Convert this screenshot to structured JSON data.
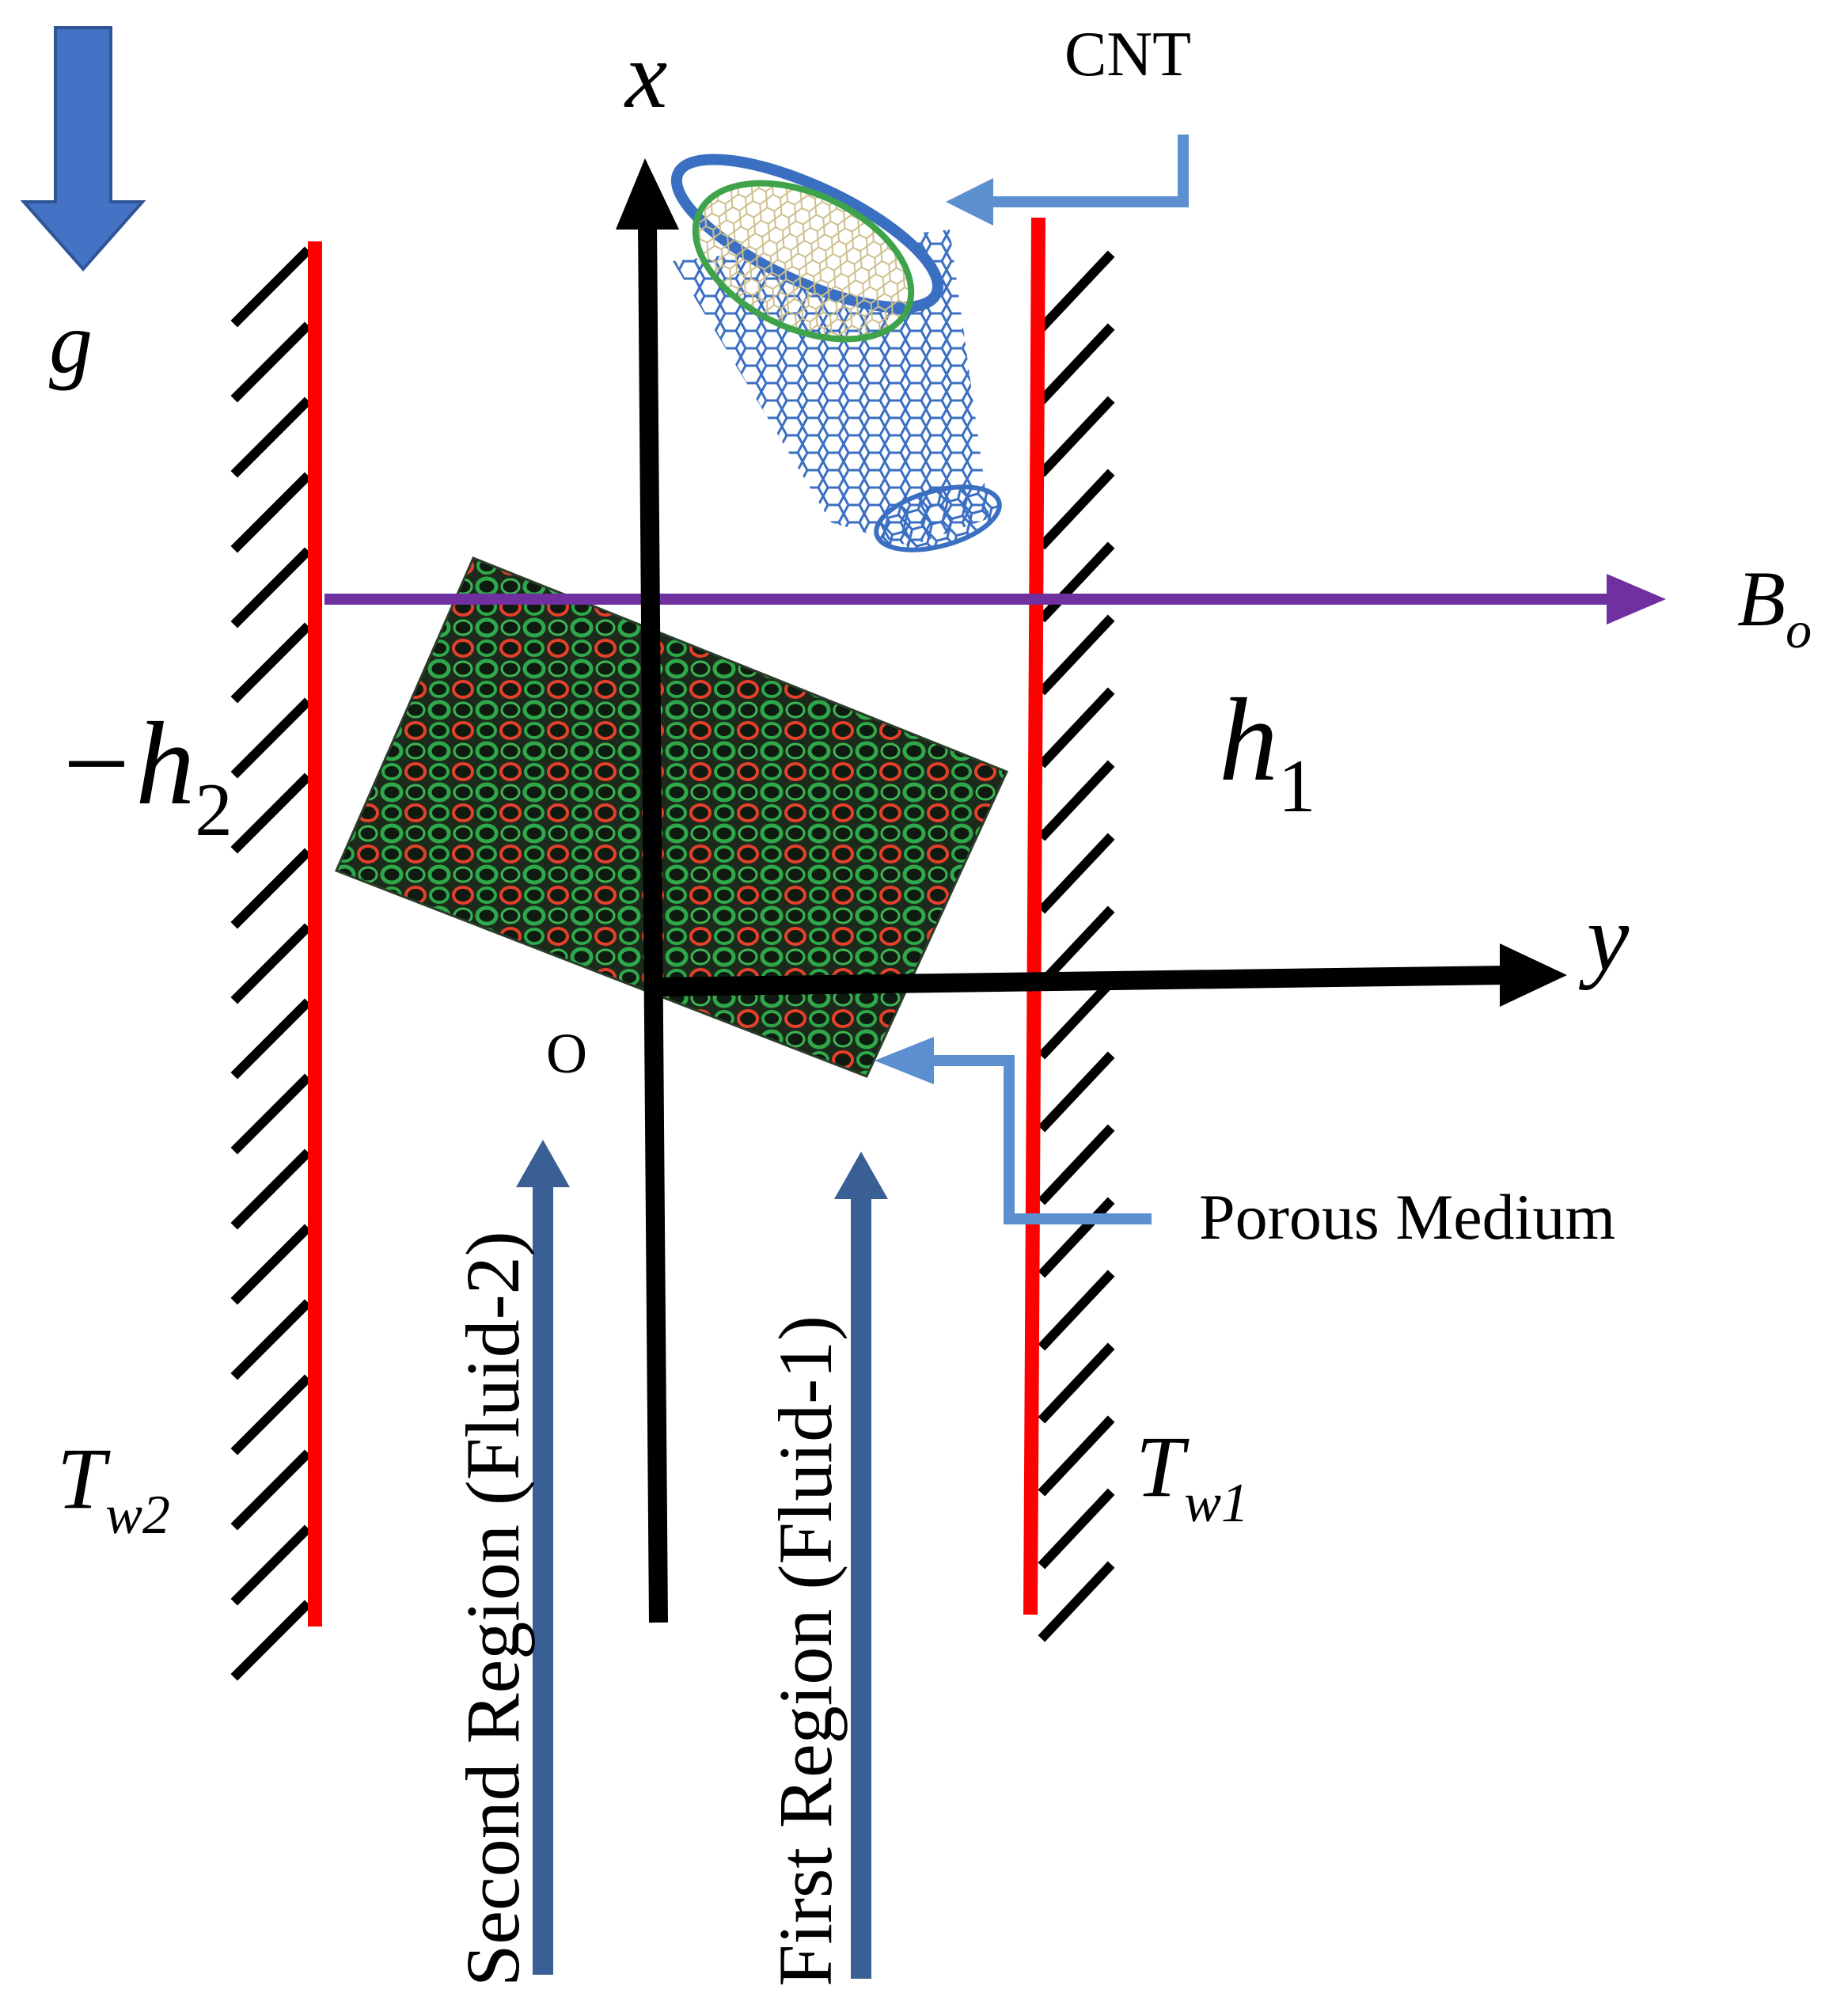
{
  "labels": {
    "gravity": "g",
    "x_axis": "x",
    "y_axis": "y",
    "origin": "O",
    "cnt": "CNT",
    "magnetic_field_base": "B",
    "magnetic_field_sub": "o",
    "h1_base": "h",
    "h1_sub": "1",
    "h2_prefix": "−h",
    "h2_sub": "2",
    "tw1_base": "T",
    "tw1_sub": "w1",
    "tw2_base": "T",
    "tw2_sub": "w2",
    "porous_medium": "Porous Medium",
    "second_region": "Second Region (Fluid-2)",
    "first_region": "First Region (Fluid-1)"
  },
  "colors": {
    "wall": "#ff0000",
    "hatch": "#000000",
    "axis": "#000000",
    "magnetic_field": "#7030a0",
    "flow_arrow": "#3a5f95",
    "gravity_arrow": "#4472c4",
    "callout": "#5b8fd0",
    "porous_bg": "#1c2a1c",
    "porous_green": "#2fa84a",
    "porous_red": "#e5402a"
  },
  "icons": {
    "gravity": "down-arrow-icon",
    "cnt": "carbon-nanotube-icon",
    "porous": "porous-medium-texture"
  }
}
